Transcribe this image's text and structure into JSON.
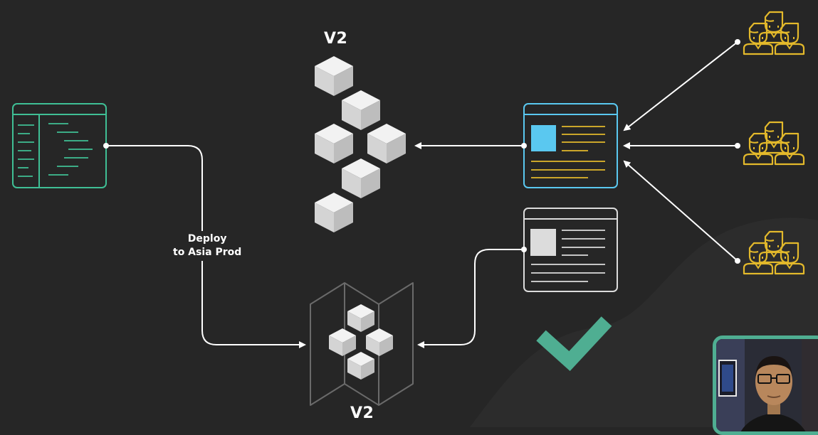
{
  "top_version_label": "V2",
  "bottom_version_label": "V2",
  "deploy_label_line1": "Deploy",
  "deploy_label_line2": "to Asia Prod",
  "colors": {
    "background": "#262626",
    "code_panel": "#3fbf95",
    "active_page": "#5ac8f0",
    "text_lines": "#e3b92b",
    "users": "#e3b92b",
    "checkmark": "#4fae92",
    "webcam_border": "#4fae92",
    "arrows": "#ffffff",
    "cubes": "#e6e6e6"
  },
  "icons": {
    "code_editor": "code-editor-icon",
    "cube_cluster": "cube-cluster-icon",
    "deployment_map": "folded-map-icon",
    "active_webpage": "webpage-icon",
    "inactive_webpage": "webpage-icon",
    "user_groups": "user-group-icon",
    "success": "checkmark-icon",
    "presenter": "webcam-presenter"
  }
}
